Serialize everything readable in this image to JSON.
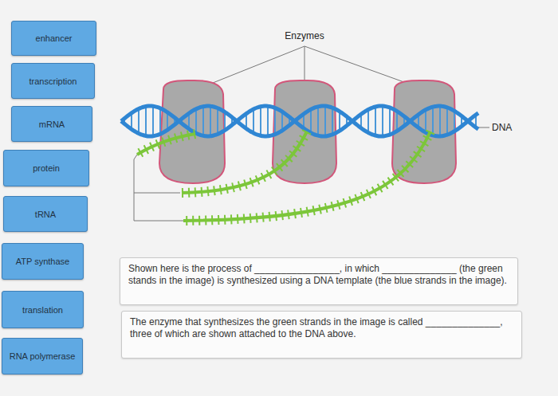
{
  "diagram": {
    "nodes": [
      {
        "text": [
          "enhancer"
        ]
      },
      {
        "text": [
          "transcription"
        ]
      },
      {
        "text": [
          "mRNA"
        ]
      },
      {
        "text": [
          "protein"
        ]
      },
      {
        "text": [
          "tRNA"
        ]
      },
      {
        "text": [
          "ATP synthase"
        ]
      },
      {
        "text": [
          "translation"
        ]
      },
      {
        "text": [
          "RNA polymerase"
        ]
      },
      {
        "text": [
          "Shown here is the process of ________________, in which ______________ (the green stands in the image) is synthesized using a DNA template (the blue strands in the image)."
        ]
      },
      {
        "text": [
          "The enzyme that synthesizes the green strands in the image is called ______________, three of which are shown attached to the DNA above."
        ]
      }
    ],
    "labels": [
      "Enzymes",
      "DNA"
    ]
  }
}
